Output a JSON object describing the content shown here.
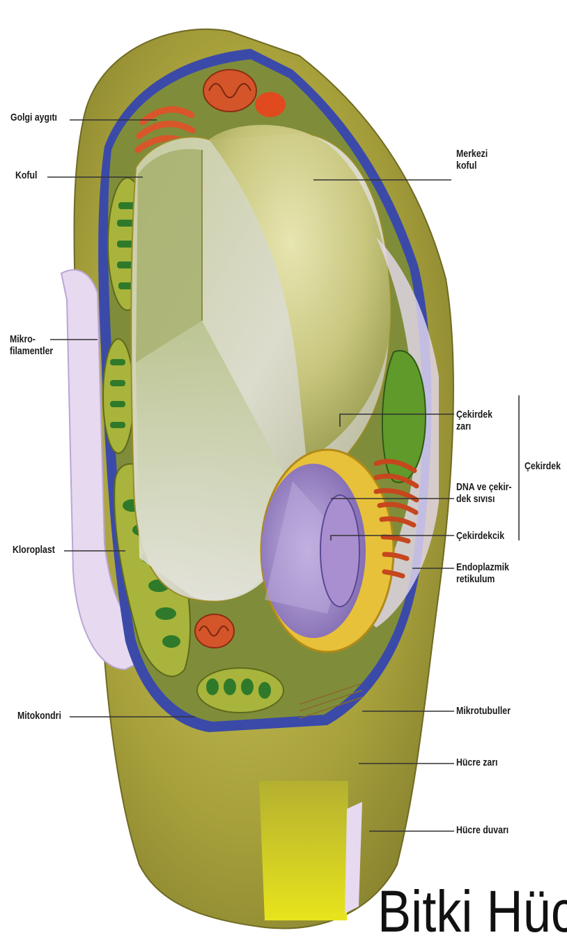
{
  "title": "Bitki Hücres",
  "labels": {
    "golgi": "Golgi aygıtı",
    "koful": "Koful",
    "merkezi_koful_1": "Merkezi",
    "merkezi_koful_2": "koful",
    "mikro_1": "Mikro-",
    "mikro_2": "filamentler",
    "cekirdek_zari_1": "Çekirdek",
    "cekirdek_zari_2": "zarı",
    "cekirdek_group": "Çekirdek",
    "dna_1": "DNA ve çekir-",
    "dna_2": "dek sıvısı",
    "cekirdekcik": "Çekirdekcik",
    "er_1": "Endoplazmik",
    "er_2": "retikulum",
    "kloroplast": "Kloroplast",
    "mitokondri": "Mitokondri",
    "mikrotubuller": "Mikrotubuller",
    "hucre_zari": "Hücre zarı",
    "hucre_duvari": "Hücre duvarı"
  },
  "colors": {
    "cell_wall": "#a7a13c",
    "cell_wall_light": "#c8c25a",
    "membrane": "#3b4aa8",
    "cytoplasm": "#7c8a3c",
    "vacuole": "#d8d9c9",
    "vacuole_dark": "#9aa86a",
    "nucleus_envelope": "#e9c23a",
    "nucleoplasm": "#9b86c6",
    "chloroplast": "#a6b23c",
    "thylakoid": "#2f7a2a",
    "mitochondria": "#d4552a",
    "leader_line": "#333333"
  }
}
